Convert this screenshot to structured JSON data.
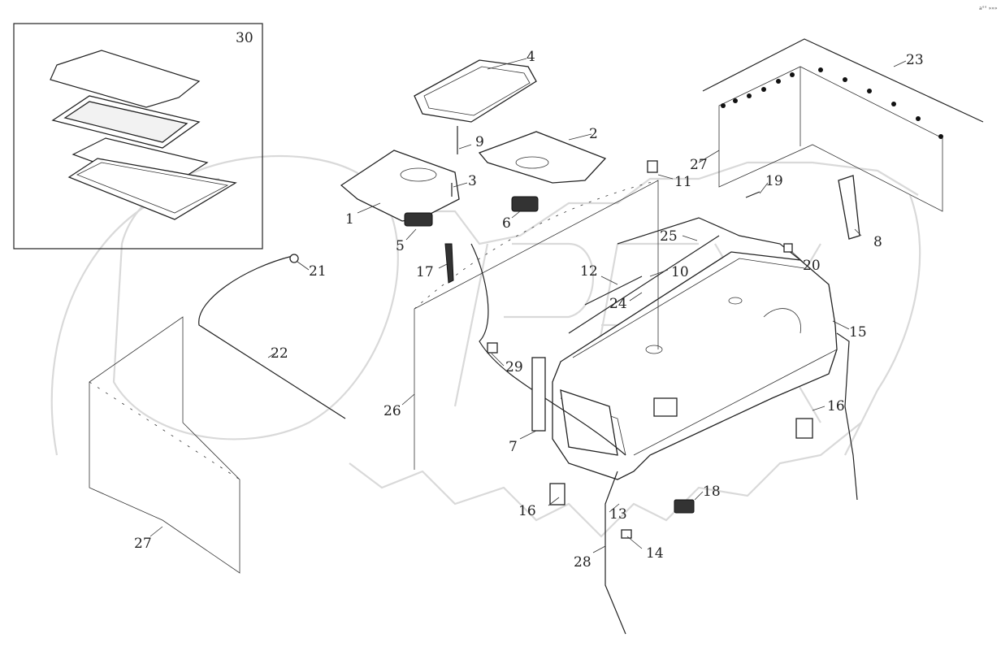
{
  "watermark": {
    "text": "OPEX",
    "color": "#d9d9d9"
  },
  "corner_mark": "a°° »»»",
  "inset_label": "30",
  "callouts": [
    {
      "id": "c1",
      "text": "1"
    },
    {
      "id": "c2",
      "text": "2"
    },
    {
      "id": "c3",
      "text": "3"
    },
    {
      "id": "c4",
      "text": "4"
    },
    {
      "id": "c5",
      "text": "5"
    },
    {
      "id": "c6",
      "text": "6"
    },
    {
      "id": "c7",
      "text": "7"
    },
    {
      "id": "c8",
      "text": "8"
    },
    {
      "id": "c9",
      "text": "9"
    },
    {
      "id": "c10",
      "text": "10"
    },
    {
      "id": "c11",
      "text": "11"
    },
    {
      "id": "c12",
      "text": "12"
    },
    {
      "id": "c13",
      "text": "13"
    },
    {
      "id": "c14",
      "text": "14"
    },
    {
      "id": "c15",
      "text": "15"
    },
    {
      "id": "c16a",
      "text": "16"
    },
    {
      "id": "c16b",
      "text": "16"
    },
    {
      "id": "c17",
      "text": "17"
    },
    {
      "id": "c18",
      "text": "18"
    },
    {
      "id": "c19",
      "text": "19"
    },
    {
      "id": "c20",
      "text": "20"
    },
    {
      "id": "c21",
      "text": "21"
    },
    {
      "id": "c22",
      "text": "22"
    },
    {
      "id": "c23",
      "text": "23"
    },
    {
      "id": "c24",
      "text": "24"
    },
    {
      "id": "c25",
      "text": "25"
    },
    {
      "id": "c26",
      "text": "26"
    },
    {
      "id": "c27a",
      "text": "27"
    },
    {
      "id": "c27b",
      "text": "27"
    },
    {
      "id": "c28",
      "text": "28"
    },
    {
      "id": "c29",
      "text": "29"
    }
  ]
}
